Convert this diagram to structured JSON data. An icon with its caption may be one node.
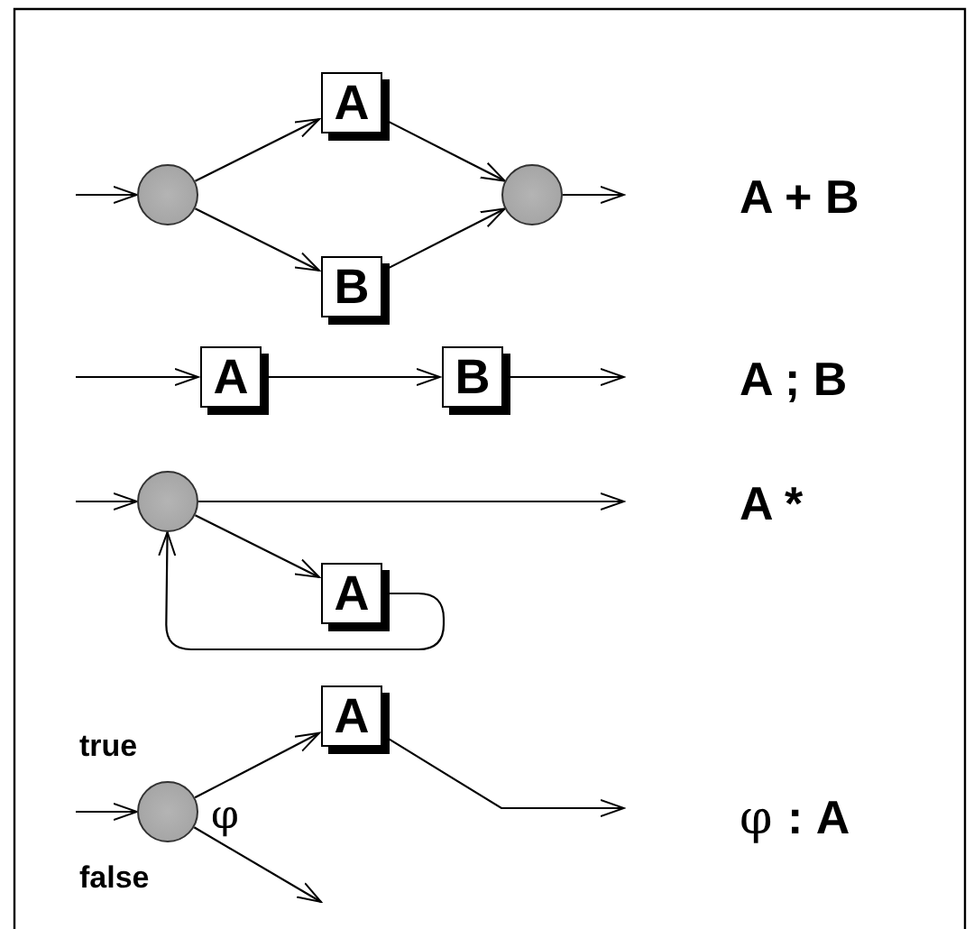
{
  "diagram": {
    "nodes": [
      {
        "text": [],
        "shape": "circle"
      },
      {
        "text": [
          "A"
        ]
      },
      {
        "text": [
          "B"
        ]
      },
      {
        "text": [],
        "shape": "circle"
      },
      {
        "text": [
          "A"
        ]
      },
      {
        "text": [
          "B"
        ]
      },
      {
        "text": [],
        "shape": "circle"
      },
      {
        "text": [
          "A"
        ]
      },
      {
        "text": [],
        "shape": "circle",
        "beside": [
          "φ"
        ]
      },
      {
        "text": [
          "A"
        ]
      }
    ],
    "edges": [
      {
        "from": null,
        "to": 0,
        "arrow": "to"
      },
      {
        "from": 0,
        "to": 1,
        "arrow": "to"
      },
      {
        "from": 0,
        "to": 2,
        "arrow": "to"
      },
      {
        "from": 1,
        "to": 3,
        "arrow": "to"
      },
      {
        "from": 2,
        "to": 3,
        "arrow": "to"
      },
      {
        "from": 3,
        "to": null,
        "arrow": "to"
      },
      {
        "from": null,
        "to": 4,
        "arrow": "to"
      },
      {
        "from": 4,
        "to": 5,
        "arrow": "to"
      },
      {
        "from": 5,
        "to": null,
        "arrow": "to"
      },
      {
        "from": null,
        "to": 6,
        "arrow": "to"
      },
      {
        "from": 6,
        "to": null,
        "arrow": "to"
      },
      {
        "from": 6,
        "to": 7,
        "arrow": "to"
      },
      {
        "from": 7,
        "to": 6,
        "arrow": "to"
      },
      {
        "from": null,
        "to": 8,
        "arrow": "to"
      },
      {
        "from": 8,
        "to": 9,
        "arrow": "to"
      },
      {
        "from": 9,
        "to": null,
        "arrow": "to"
      },
      {
        "from": 8,
        "to": null,
        "arrow": "to"
      }
    ],
    "labels": [
      "A + B",
      "A ; B",
      "A *",
      "true",
      "φ **: A**",
      "false"
    ]
  }
}
